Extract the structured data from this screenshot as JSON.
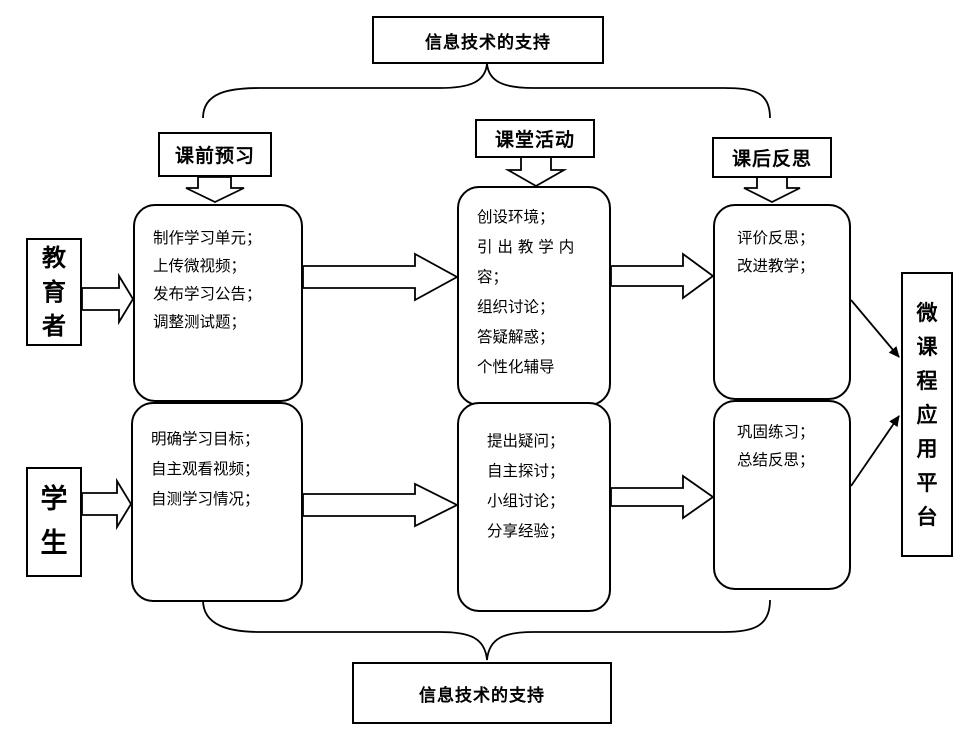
{
  "support_top": "信息技术的支持",
  "support_bottom": "信息技术的支持",
  "stages": {
    "pre": "课前预习",
    "class": "课堂活动",
    "post": "课后反思"
  },
  "actors": {
    "teacher": [
      "教",
      "育",
      "者"
    ],
    "student": [
      "学",
      "生"
    ]
  },
  "teacher_row": {
    "pre": [
      "制作学习单元；",
      "上传微视频；",
      "发布学习公告；",
      "调整测试题；"
    ],
    "class": [
      "创设环境；",
      "引 出 教 学 内",
      "容；",
      "组织讨论；",
      "答疑解惑；",
      "个性化辅导"
    ],
    "post": [
      "评价反思；",
      "改进教学；"
    ]
  },
  "student_row": {
    "pre": [
      "明确学习目标；",
      "自主观看视频；",
      "自测学习情况；"
    ],
    "class": [
      "提出疑问；",
      "自主探讨；",
      "小组讨论；",
      "分享经验；"
    ],
    "post": [
      "巩固练习；",
      "总结反思；"
    ]
  },
  "platform": [
    "微",
    "课",
    "程",
    "应",
    "用",
    "平",
    "台"
  ]
}
